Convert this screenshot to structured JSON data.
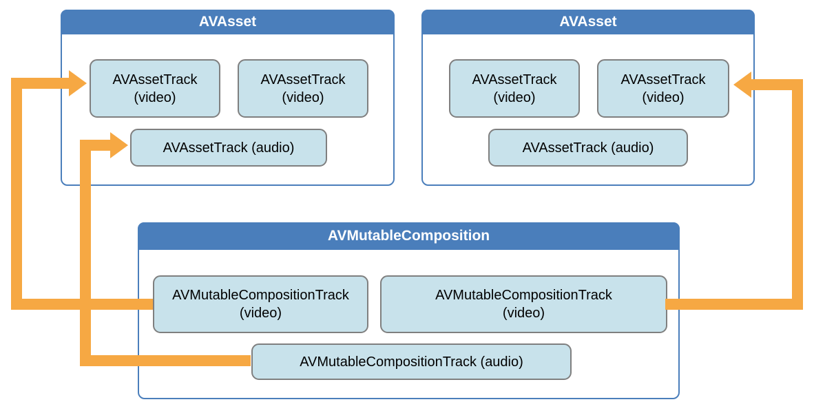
{
  "colors": {
    "header_blue": "#4A7EBB",
    "container_border": "#4A7EBB",
    "track_fill": "#C8E2EB",
    "track_border": "#7F7F7F",
    "arrow_orange": "#F6A843",
    "header_text": "#FFFFFF",
    "track_text": "#000000",
    "background": "#FFFFFF"
  },
  "diagram": {
    "asset_left": {
      "title": "AVAsset",
      "video_track_1": {
        "line1": "AVAssetTrack",
        "line2": "(video)"
      },
      "video_track_2": {
        "line1": "AVAssetTrack",
        "line2": "(video)"
      },
      "audio_track": {
        "label": "AVAssetTrack (audio)"
      }
    },
    "asset_right": {
      "title": "AVAsset",
      "video_track_1": {
        "line1": "AVAssetTrack",
        "line2": "(video)"
      },
      "video_track_2": {
        "line1": "AVAssetTrack",
        "line2": "(video)"
      },
      "audio_track": {
        "label": "AVAssetTrack (audio)"
      }
    },
    "composition": {
      "title": "AVMutableComposition",
      "video_track_1": {
        "line1": "AVMutableCompositionTrack",
        "line2": "(video)"
      },
      "video_track_2": {
        "line1": "AVMutableCompositionTrack",
        "line2": "(video)"
      },
      "audio_track": {
        "label": "AVMutableCompositionTrack (audio)"
      }
    }
  }
}
